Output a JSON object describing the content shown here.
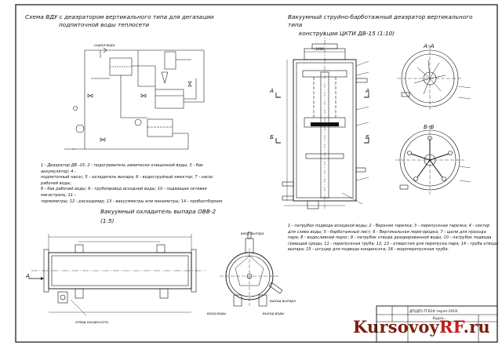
{
  "scheme_title": {
    "line1": "Схема ВДУ с деаэратором вертикального типа для дегазации",
    "line2": "подпиточной воды теплосети"
  },
  "deaerator_title": {
    "line1": "Вакуумный струйно-барботажный деаэратор вертикального",
    "line2": "типа",
    "line3": "конструкции ЦКТИ ДВ-15 (1:10)"
  },
  "cooler_title": {
    "line1": "Вакуумный охладитель выпара ОВВ-2",
    "line2": "(1:5)"
  },
  "scheme_legend": [
    "1 - Деаэратор ДВ -15; 2 - подогреватель химически очищенной воды; 3 - бак",
    "аккумулятор; 4 -",
    "подпиточный насос; 5 - охладитель выпара; 6 - водоструйный эжектор; 7 - насос",
    "рабочей воды;",
    "8 - бак рабочей воды; 9 - трубопровод исходной воды; 10 - подающая сетевая",
    "магистраль; 11 -",
    "термометры; 12 - расходомер; 13 - вакуумметры или манометры; 14 - пробоотборник"
  ],
  "deaerator_legend": [
    "1 - патрубок подвода исходной воды; 2 - Верхняя тарелка; 3 - перепускная тарелка; 4 - сектор",
    "для слива воды; 5 - барботажный лист; 6 - Вертикальная перегородка; 7 - щели для прохода",
    "пара; 8 - водосливной порог; 9 - патрубок отвода деаэрированной воды; 10 - патрубок подвода",
    "греющей среды; 11 - перепускная труба; 12, 13 - отверстия для перепуска пара; 14 - труба отвода",
    "выпара; 15 - штуцер для подвода конденсата; 16 - водоперепускная труба."
  ],
  "labels": {
    "top_water": "сырая вода",
    "section_a": "А–А",
    "section_b": "Б–Б",
    "mark_a": "А",
    "mark_b": "Б",
    "vapor_in": "вход выпара",
    "vapor_out": "выход выпара",
    "water_in": "вход воды",
    "water_out": "выход воды",
    "condensate_out": "отвод конденсата",
    "dim_top": "1000"
  },
  "stamp": {
    "code": "ДП(ДП)-ТГВ10-тмунп-2018",
    "text": "Курсо..."
  },
  "watermark": {
    "prefix": "Kursovoy",
    "rf": "RF",
    "suffix": ".ru"
  },
  "colors": {
    "ink": "#111111",
    "watermark": "#7b2010",
    "watermark_accent": "#c41e1e"
  }
}
